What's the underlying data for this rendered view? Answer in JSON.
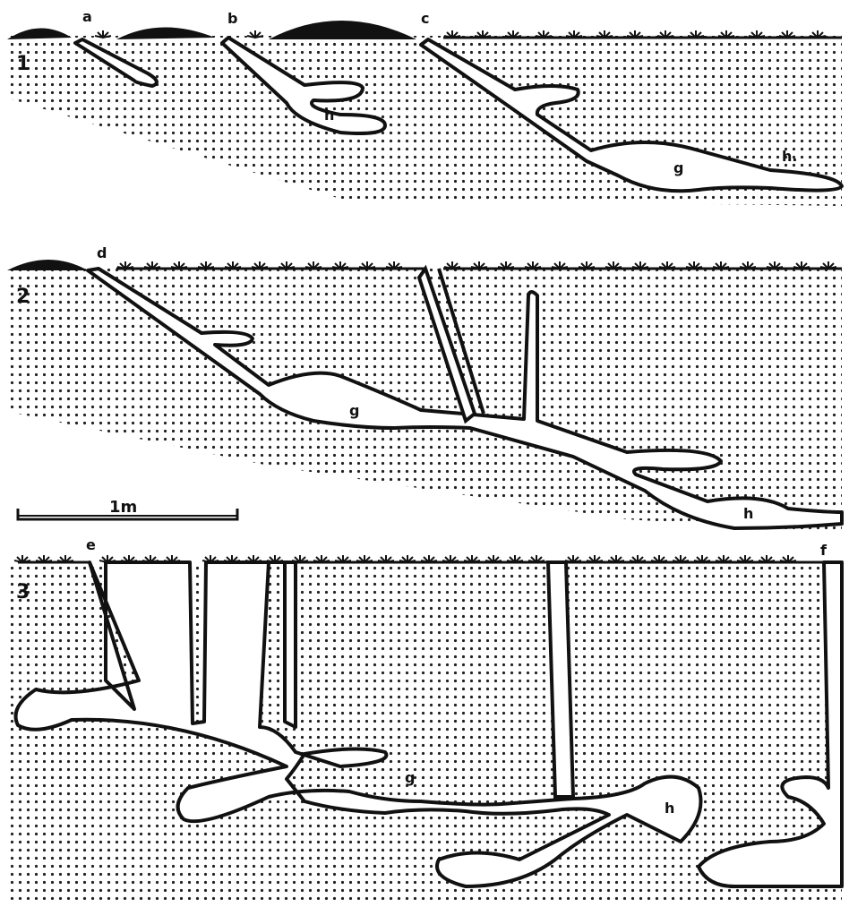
{
  "panels": [
    {
      "number": "1",
      "letters": {
        "a": "a",
        "b": "b",
        "c": "c",
        "g": "g",
        "h1": "h",
        "h2": "h."
      }
    },
    {
      "number": "2",
      "letters": {
        "d": "d",
        "g": "g",
        "h": "h"
      }
    },
    {
      "number": "3",
      "letters": {
        "e": "e",
        "f": "f",
        "g": "g",
        "h": "h"
      }
    }
  ],
  "scale_bar": {
    "label": "1m"
  },
  "colors": {
    "ink": "#111111",
    "paper": "#ffffff",
    "soil_dots": "#222222"
  }
}
